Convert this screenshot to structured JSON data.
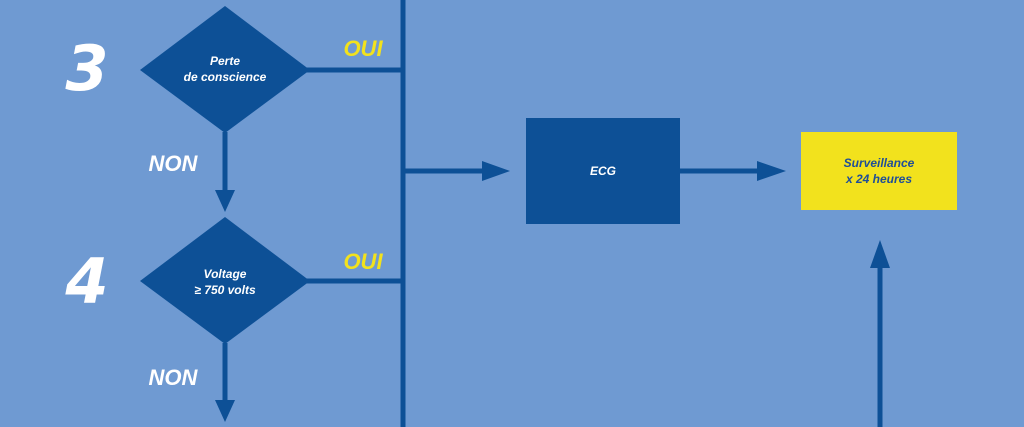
{
  "colors": {
    "background": "#6f9ad2",
    "shape": "#0d5096",
    "highlight": "#f2e21d"
  },
  "steps": [
    {
      "number": "3",
      "question_line1": "Perte",
      "question_line2": "de conscience",
      "yes": "OUI",
      "no": "NON"
    },
    {
      "number": "4",
      "question_line1": "Voltage",
      "question_line2": "≥ 750 volts",
      "yes": "OUI",
      "no": "NON"
    }
  ],
  "ecg_box": {
    "label": "ECG"
  },
  "surveillance_box": {
    "line1": "Surveillance",
    "line2": "x 24 heures"
  }
}
